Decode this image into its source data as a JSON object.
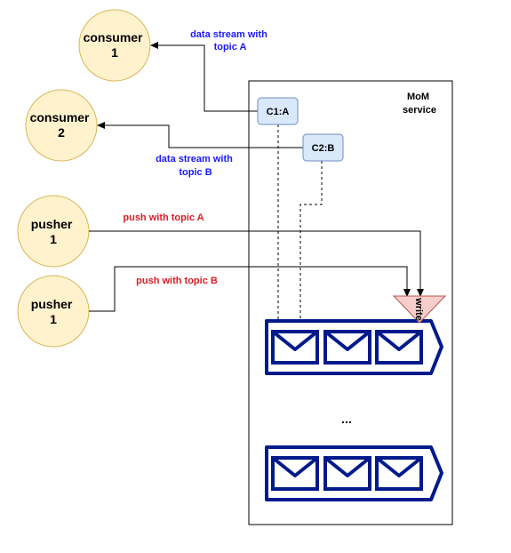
{
  "colors": {
    "node_fill": "#fff2cc",
    "node_stroke": "#d6b656",
    "box_fill": "#dae8fc",
    "box_stroke": "#6c8ebf",
    "queue_stroke": "#001a8c",
    "write_fill": "#f8cecc",
    "write_stroke": "#b85450",
    "blue_text": "#1a1aff",
    "red_text": "#e01b24"
  },
  "nodes": {
    "consumer1": {
      "line1": "consumer",
      "line2": "1"
    },
    "consumer2": {
      "line1": "consumer",
      "line2": "2"
    },
    "pusher_a": {
      "line1": "pusher",
      "line2": "1"
    },
    "pusher_b": {
      "line1": "pusher",
      "line2": "1"
    }
  },
  "mom": {
    "line1": "MoM",
    "line2": "service"
  },
  "subscriptions": {
    "c1": "C1:A",
    "c2": "C2:B"
  },
  "labels": {
    "stream_a_line1": "data stream with",
    "stream_a_line2": "topic A",
    "stream_b_line1": "data stream with",
    "stream_b_line2": "topic B",
    "push_a": "push with topic A",
    "push_b": "push with topic B"
  },
  "write_label": "write",
  "ellipsis": "...",
  "icons": {
    "envelope": "envelope-icon",
    "queue": "queue-icon"
  }
}
